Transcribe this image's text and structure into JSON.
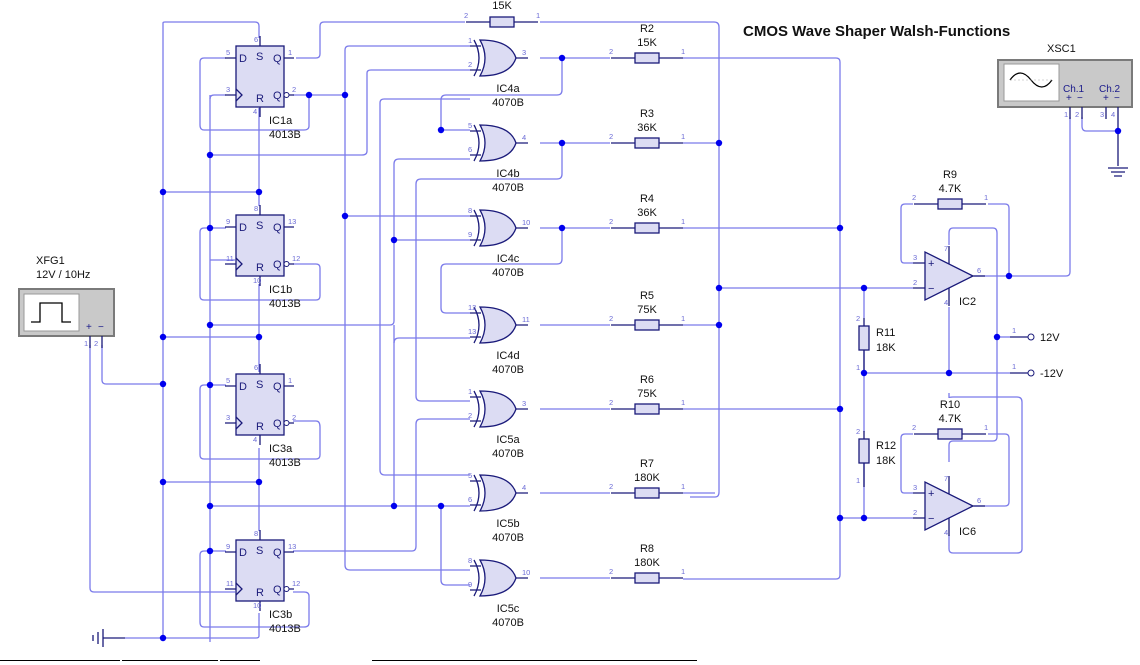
{
  "title": "CMOS Wave Shaper Walsh-Functions",
  "function_generator": {
    "ref": "XFG1",
    "setting": "12V / 10Hz",
    "terminals": [
      "+",
      "−"
    ],
    "pins": [
      "1",
      "2"
    ]
  },
  "oscilloscope": {
    "ref": "XSC1",
    "channels": [
      "Ch.1",
      "Ch.2"
    ],
    "terminals": [
      "+",
      "−",
      "+",
      "−"
    ],
    "pins": [
      "1",
      "2",
      "3",
      "4"
    ]
  },
  "flipflops": [
    {
      "ref": "IC1a",
      "part": "4013B",
      "pins": {
        "d": "5",
        "s": "6",
        "q": "1",
        "clk": "3",
        "r": "4",
        "qn": "2"
      }
    },
    {
      "ref": "IC1b",
      "part": "4013B",
      "pins": {
        "d": "9",
        "s": "8",
        "q": "13",
        "clk": "11",
        "r": "10",
        "qn": "12"
      }
    },
    {
      "ref": "IC3a",
      "part": "4013B",
      "pins": {
        "d": "5",
        "s": "6",
        "q": "1",
        "clk": "3",
        "r": "4",
        "qn": "2"
      }
    },
    {
      "ref": "IC3b",
      "part": "4013B",
      "pins": {
        "d": "9",
        "s": "8",
        "q": "13",
        "clk": "11",
        "r": "10",
        "qn": "12"
      }
    }
  ],
  "ff_labels": {
    "d": "D",
    "s": "S",
    "q": "Q",
    "r": "R",
    "qn": "Q"
  },
  "xor_gates": [
    {
      "ref": "IC4a",
      "part": "4070B",
      "in1": "1",
      "in2": "2",
      "out": "3"
    },
    {
      "ref": "IC4b",
      "part": "4070B",
      "in1": "5",
      "in2": "6",
      "out": "4"
    },
    {
      "ref": "IC4c",
      "part": "4070B",
      "in1": "8",
      "in2": "9",
      "out": "10"
    },
    {
      "ref": "IC4d",
      "part": "4070B",
      "in1": "12",
      "in2": "13",
      "out": "11"
    },
    {
      "ref": "IC5a",
      "part": "4070B",
      "in1": "1",
      "in2": "2",
      "out": "3"
    },
    {
      "ref": "IC5b",
      "part": "4070B",
      "in1": "5",
      "in2": "6",
      "out": "4"
    },
    {
      "ref": "IC5c",
      "part": "4070B",
      "in1": "8",
      "in2": "9",
      "out": "10"
    }
  ],
  "resistors": [
    {
      "ref": "",
      "value": "15K",
      "pin_a": "2",
      "pin_b": "1"
    },
    {
      "ref": "R2",
      "value": "15K",
      "pin_a": "2",
      "pin_b": "1"
    },
    {
      "ref": "R3",
      "value": "36K",
      "pin_a": "2",
      "pin_b": "1"
    },
    {
      "ref": "R4",
      "value": "36K",
      "pin_a": "2",
      "pin_b": "1"
    },
    {
      "ref": "R5",
      "value": "75K",
      "pin_a": "2",
      "pin_b": "1"
    },
    {
      "ref": "R6",
      "value": "75K",
      "pin_a": "2",
      "pin_b": "1"
    },
    {
      "ref": "R7",
      "value": "180K",
      "pin_a": "2",
      "pin_b": "1"
    },
    {
      "ref": "R8",
      "value": "180K",
      "pin_a": "2",
      "pin_b": "1"
    },
    {
      "ref": "R9",
      "value": "4.7K",
      "pin_a": "2",
      "pin_b": "1"
    },
    {
      "ref": "R10",
      "value": "4.7K",
      "pin_a": "2",
      "pin_b": "1"
    },
    {
      "ref": "R11",
      "value": "18K",
      "pin_a": "2",
      "pin_b": "1"
    },
    {
      "ref": "R12",
      "value": "18K",
      "pin_a": "2",
      "pin_b": "1"
    }
  ],
  "opamps": [
    {
      "ref": "IC2",
      "pins": {
        "plus": "3",
        "minus": "2",
        "out": "6",
        "vpos": "7",
        "vneg": "4"
      },
      "signs": [
        "+",
        "−"
      ]
    },
    {
      "ref": "IC6",
      "pins": {
        "plus": "3",
        "minus": "2",
        "out": "6",
        "vpos": "7",
        "vneg": "4"
      },
      "signs": [
        "+",
        "−"
      ]
    }
  ],
  "supplies": [
    {
      "label": "12V",
      "pin": "1"
    },
    {
      "label": "-12V",
      "pin": "1"
    }
  ]
}
